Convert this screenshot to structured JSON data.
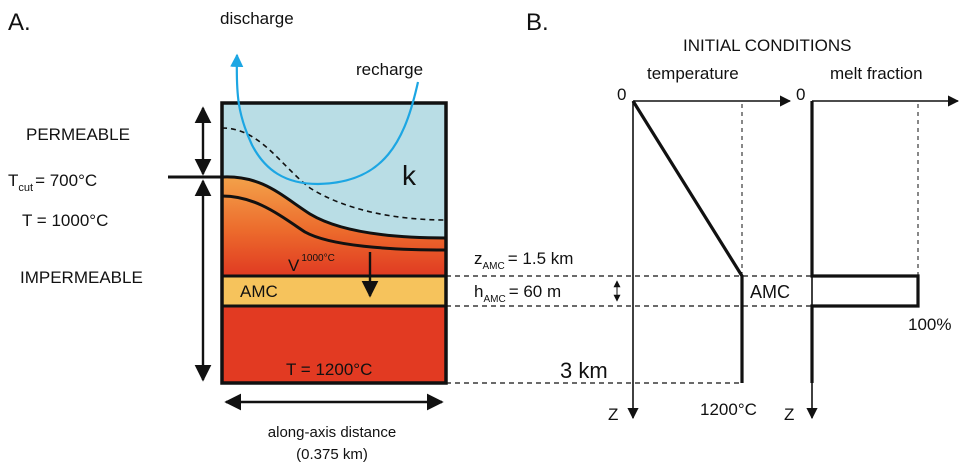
{
  "panel_a": {
    "letter": "A.",
    "discharge": "discharge",
    "recharge": "recharge",
    "permeable": "PERMEABLE",
    "impermeable": "IMPERMEABLE",
    "tcut_prefix": "T",
    "tcut_sub": "cut",
    "tcut_value": "= 700°C",
    "t1000": "T = 1000°C",
    "k": "k",
    "v_label": "V",
    "v_sup": "1000°C",
    "amc": "AMC",
    "t1200": "T = 1200°C",
    "xaxis_line1": "along-axis distance",
    "xaxis_line2": "(0.375 km)"
  },
  "middle": {
    "z_prefix": "z",
    "z_sub": "AMC",
    "z_value": "= 1.5 km",
    "h_prefix": "h",
    "h_sub": "AMC",
    "h_value": "= 60 m",
    "depth": "3 km"
  },
  "panel_b": {
    "letter": "B.",
    "title": "INITIAL CONDITIONS",
    "temperature": "temperature",
    "melt_fraction": "melt fraction",
    "zero_temp": "0",
    "zero_melt": "0",
    "amc": "AMC",
    "t1200": "1200°C",
    "pct": "100%",
    "z1": "Z",
    "z2": "Z"
  },
  "colors": {
    "permeable_fill": "#b9dde5",
    "magma_red": "#e23a22",
    "magma_orange": "#f07a2e",
    "amc_fill": "#f6c35c",
    "stream_blue": "#1ca6e3",
    "line": "#111111"
  }
}
